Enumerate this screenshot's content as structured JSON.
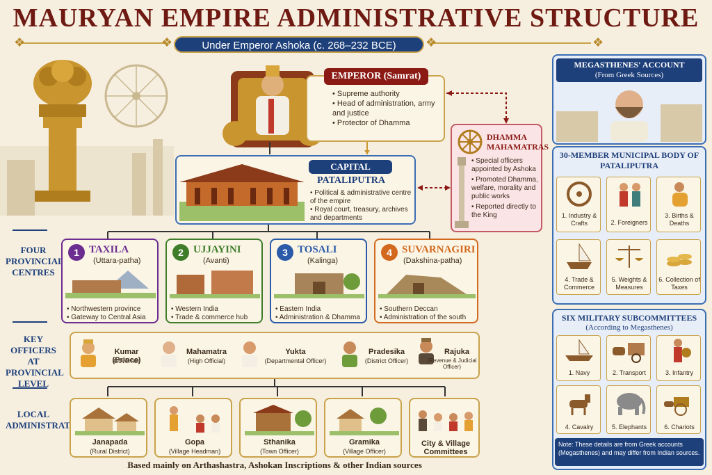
{
  "header": {
    "title": "MAURYAN EMPIRE ADMINISTRATIVE STRUCTURE",
    "subtitle": "Under Emperor Ashoka (c. 268–232 BCE)"
  },
  "emperor": {
    "title": "EMPEROR (Samrat)",
    "points": [
      "Supreme authority",
      "Head of administration, army and justice",
      "Protector of Dhamma"
    ]
  },
  "capital": {
    "title": "CAPITAL",
    "name": "PATALIPUTRA",
    "points": [
      "Political & administrative centre of the empire",
      "Royal court, treasury, archives and departments"
    ]
  },
  "dhamma": {
    "title": "DHAMMA MAHAMATRAS",
    "points": [
      "Special officers appointed by Ashoka",
      "Promoted Dhamma, welfare, morality and public works",
      "Reported directly to the King"
    ]
  },
  "row_labels": {
    "provincial": "FOUR PROVINCIAL CENTRES",
    "officers": "KEY OFFICERS AT PROVINCIAL LEVEL",
    "local": "LOCAL ADMINISTRATION"
  },
  "provinces": [
    {
      "num": "1",
      "name": "TAXILA",
      "sub": "(Uttara-patha)",
      "points": [
        "Northwestern province",
        "Gateway to Central Asia"
      ],
      "color": "#6b2d8f"
    },
    {
      "num": "2",
      "name": "UJJAYINI",
      "sub": "(Avanti)",
      "points": [
        "Western India",
        "Trade & commerce hub"
      ],
      "color": "#3f7d2a"
    },
    {
      "num": "3",
      "name": "TOSALI",
      "sub": "(Kalinga)",
      "points": [
        "Eastern India",
        "Administration & Dhamma"
      ],
      "color": "#2a5aa8"
    },
    {
      "num": "4",
      "name": "SUVARNAGIRI",
      "sub": "(Dakshina-patha)",
      "points": [
        "Southern Deccan",
        "Administration of the south"
      ],
      "color": "#d2691e"
    }
  ],
  "officers": [
    {
      "name": "Kumar (Prince)",
      "role": "Governor"
    },
    {
      "name": "Mahamatra",
      "role": "(High Official)"
    },
    {
      "name": "Yukta",
      "role": "(Departmental Officer)"
    },
    {
      "name": "Pradesika",
      "role": "(District Officer)"
    },
    {
      "name": "Rajuka",
      "role": "(Revenue & Judicial Officer)"
    }
  ],
  "local": [
    {
      "name": "Janapada",
      "role": "(Rural District)"
    },
    {
      "name": "Gopa",
      "role": "(Village Headman)"
    },
    {
      "name": "Sthanika",
      "role": "(Town Officer)"
    },
    {
      "name": "Gramika",
      "role": "(Village Officer)"
    },
    {
      "name": "City & Village Committees",
      "role": ""
    }
  ],
  "footer": "Based mainly on Arthashastra, Ashokan Inscriptions & other Indian sources",
  "megasthenes": {
    "title": "MEGASTHENES' ACCOUNT",
    "sub": "(From Greek Sources)"
  },
  "municipal": {
    "title": "30-MEMBER MUNICIPAL BODY OF PATALIPUTRA",
    "items": [
      "1. Industry & Crafts",
      "2. Foreigners",
      "3. Births & Deaths",
      "4. Trade & Commerce",
      "5. Weights & Measures",
      "6. Collection of Taxes"
    ]
  },
  "military": {
    "title": "SIX MILITARY SUBCOMMITTEES",
    "sub": "(According to Megasthenes)",
    "items": [
      "1. Navy",
      "2. Transport",
      "3. Infantry",
      "4. Cavalry",
      "5. Elephants",
      "6. Chariots"
    ],
    "note": "Note: These details are from Greek accounts (Megasthenes) and may differ from Indian sources."
  }
}
